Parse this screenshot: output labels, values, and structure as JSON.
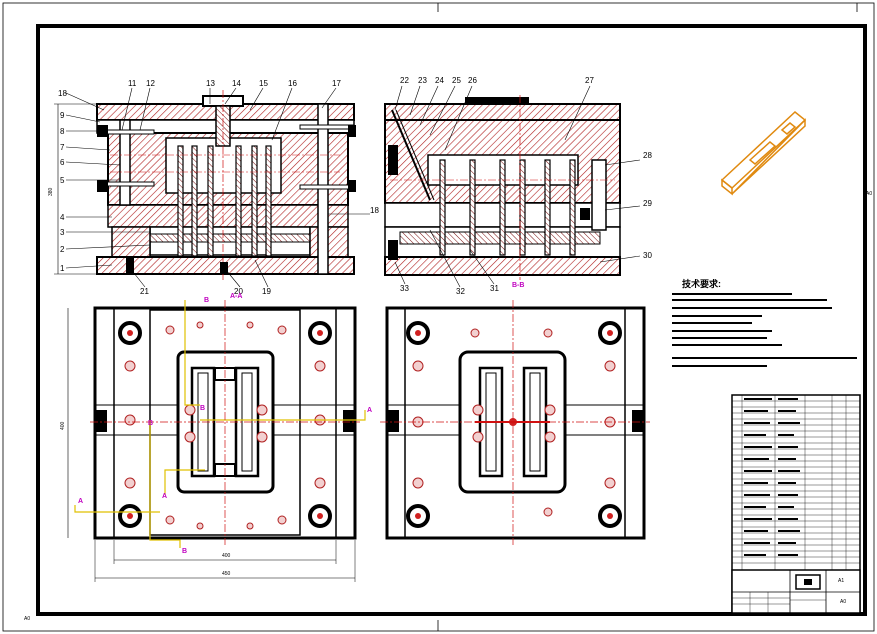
{
  "drawing": {
    "sheet_size": "A0",
    "corner_marks": [
      "A0",
      "A0"
    ],
    "top_view_labels": [
      "1",
      "2",
      "3",
      "4",
      "5",
      "6",
      "7",
      "8",
      "9",
      "18",
      "11",
      "12",
      "13",
      "14",
      "15",
      "16",
      "17",
      "18",
      "21",
      "20",
      "19"
    ],
    "side_view_labels_top": [
      "22",
      "23",
      "24",
      "25",
      "26",
      "27"
    ],
    "side_view_labels_right": [
      "28",
      "29",
      "30"
    ],
    "side_view_labels_bottom": [
      "33",
      "32",
      "31"
    ],
    "section_marks": [
      "A-A",
      "B-B"
    ],
    "magenta_markers": [
      "B",
      "B",
      "B",
      "A",
      "A",
      "A",
      "B"
    ],
    "dimension_labels": {
      "front_height": "380",
      "plan_height": "400",
      "plan_width_inner": "400",
      "plan_width_outer": "450"
    },
    "tech_notes_title": "技术要求:",
    "title_block_marks": [
      "A1",
      "A0"
    ]
  },
  "colors": {
    "frame": "#000000",
    "hatch": "#b02020",
    "centerline": "#d01010",
    "cooling": "#e0c000",
    "marker": "#c000c0",
    "part_iso": "#e08a10"
  }
}
